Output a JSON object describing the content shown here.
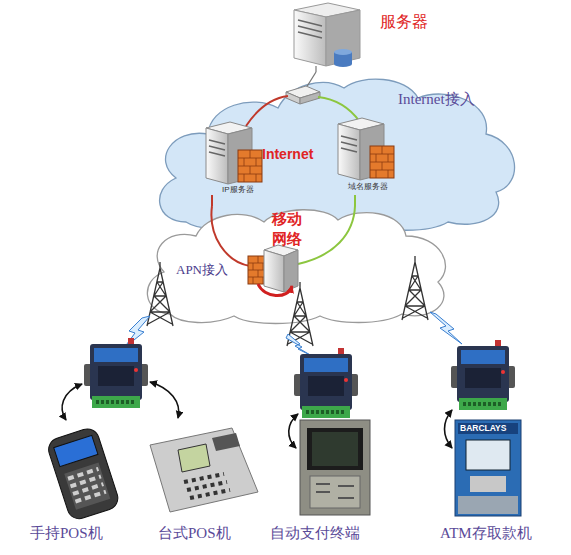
{
  "diagram": {
    "nodes": [
      {
        "text": [
          "服务器"
        ]
      },
      {
        "text": [
          "Internet接入",
          "Internet"
        ]
      },
      {
        "text": [
          "IP服务器"
        ],
        "in": 1
      },
      {
        "text": [
          "域名服务器"
        ],
        "in": 1
      },
      {
        "text": [
          "移动网络",
          "APN接入"
        ]
      },
      {
        "text": [
          "手持POS机"
        ]
      },
      {
        "text": [
          "台式POS机"
        ]
      },
      {
        "text": [
          "自动支付终端"
        ]
      },
      {
        "text": [
          "ATM存取款机"
        ]
      }
    ],
    "edges": [
      {
        "from": 0,
        "to": 1,
        "arrow": "none"
      },
      {
        "from": 2,
        "to": 4,
        "arrow": "none"
      },
      {
        "from": 3,
        "to": 4,
        "arrow": "none"
      }
    ],
    "labels": [
      "BARCLAYS"
    ]
  }
}
